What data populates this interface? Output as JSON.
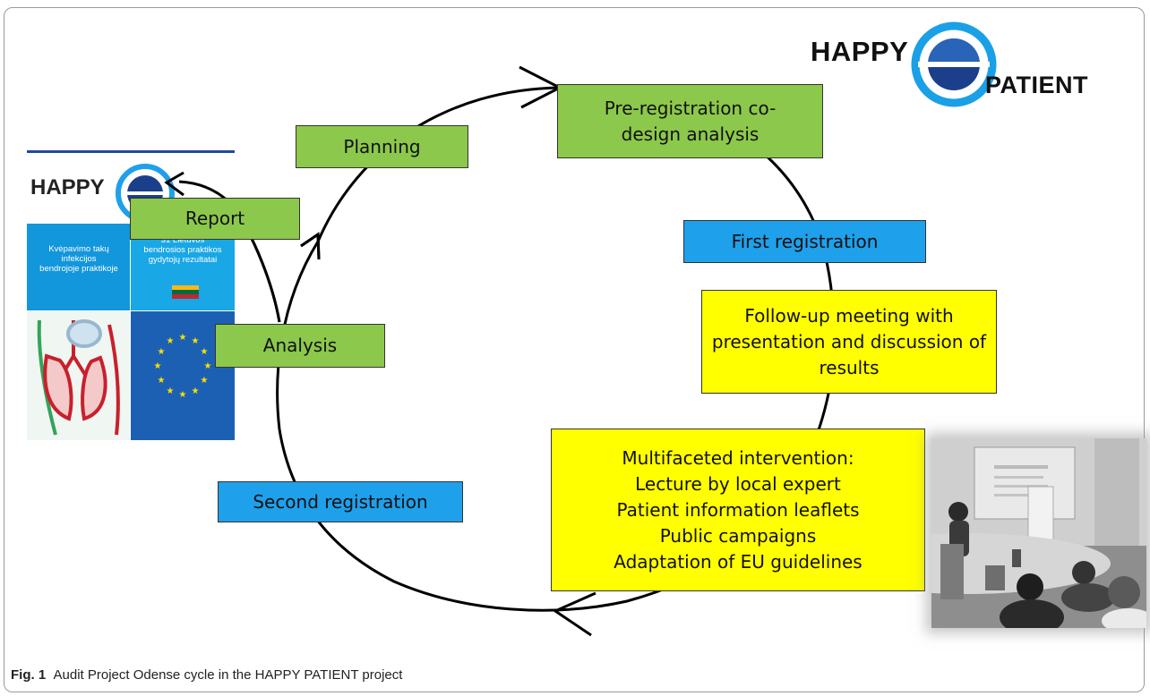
{
  "logo": {
    "left_word": "HAPPY",
    "right_word": "PATIENT"
  },
  "cycle_steps": {
    "planning": "Planning",
    "pre_registration": "Pre-registration co-\ndesign analysis",
    "first_registration": "First registration",
    "follow_up": "Follow-up meeting with\npresentation and discussion of\nresults",
    "intervention": "Multifaceted intervention:\nLecture by local expert\nPatient information leaflets\nPublic campaigns\nAdaptation of EU guidelines",
    "second_registration": "Second registration",
    "analysis": "Analysis",
    "report": "Report"
  },
  "report_cover": {
    "title": "HAPPY",
    "left_text": "Kvėpavimo takų\ninfekcijos\nbendrojoje praktikoje",
    "right_text": "31 Lietuvos\nbendrosios praktikos\ngydytojų rezultatai"
  },
  "caption": {
    "label": "Fig. 1",
    "text": "Audit Project Odense cycle in the HAPPY PATIENT project"
  },
  "colors": {
    "green": "#8cc84b",
    "blue": "#1fa0ea",
    "yellow": "#ffff00",
    "logo_blue": "#1aa0e6",
    "logo_navy": "#1b3f8a"
  }
}
